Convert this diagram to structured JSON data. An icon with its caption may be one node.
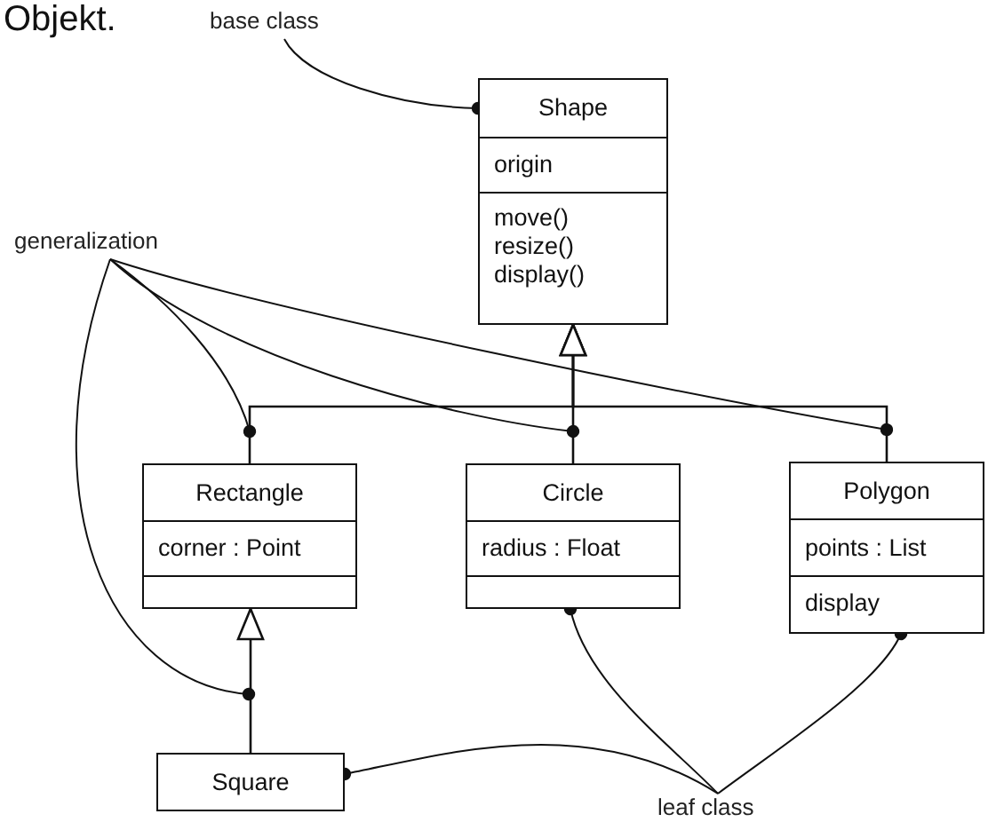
{
  "diagram": {
    "nodes": [
      {
        "text": [
          "base class"
        ]
      },
      {
        "text": [
          "Shape",
          "origin",
          "move() resize() display()"
        ]
      },
      {
        "text": [
          "generalization"
        ]
      },
      {
        "text": [
          "Rectangle",
          "corner : Point"
        ]
      },
      {
        "text": [
          "Circle",
          "radius : Float"
        ]
      },
      {
        "text": [
          "Polygon",
          "points : List",
          "display"
        ]
      },
      {
        "text": [
          "Square"
        ]
      },
      {
        "text": [
          "leaf class"
        ]
      }
    ],
    "edges": [
      {
        "from": 3,
        "to": 1,
        "arrow": "to"
      },
      {
        "from": 4,
        "to": 1,
        "arrow": "to"
      },
      {
        "from": 5,
        "to": 1,
        "arrow": "to"
      },
      {
        "from": 6,
        "to": 3,
        "arrow": "to"
      },
      {
        "from": 0,
        "to": 1,
        "arrow": "other"
      },
      {
        "from": 2,
        "to": 3,
        "arrow": "other"
      },
      {
        "from": 2,
        "to": 4,
        "arrow": "other"
      },
      {
        "from": 2,
        "to": 5,
        "arrow": "other"
      },
      {
        "from": 2,
        "to": null,
        "arrow": "other"
      },
      {
        "from": 7,
        "to": 4,
        "arrow": "other"
      },
      {
        "from": 7,
        "to": 5,
        "arrow": "other"
      },
      {
        "from": 7,
        "to": 6,
        "arrow": "other"
      }
    ],
    "labels": [
      "Objekt."
    ]
  }
}
